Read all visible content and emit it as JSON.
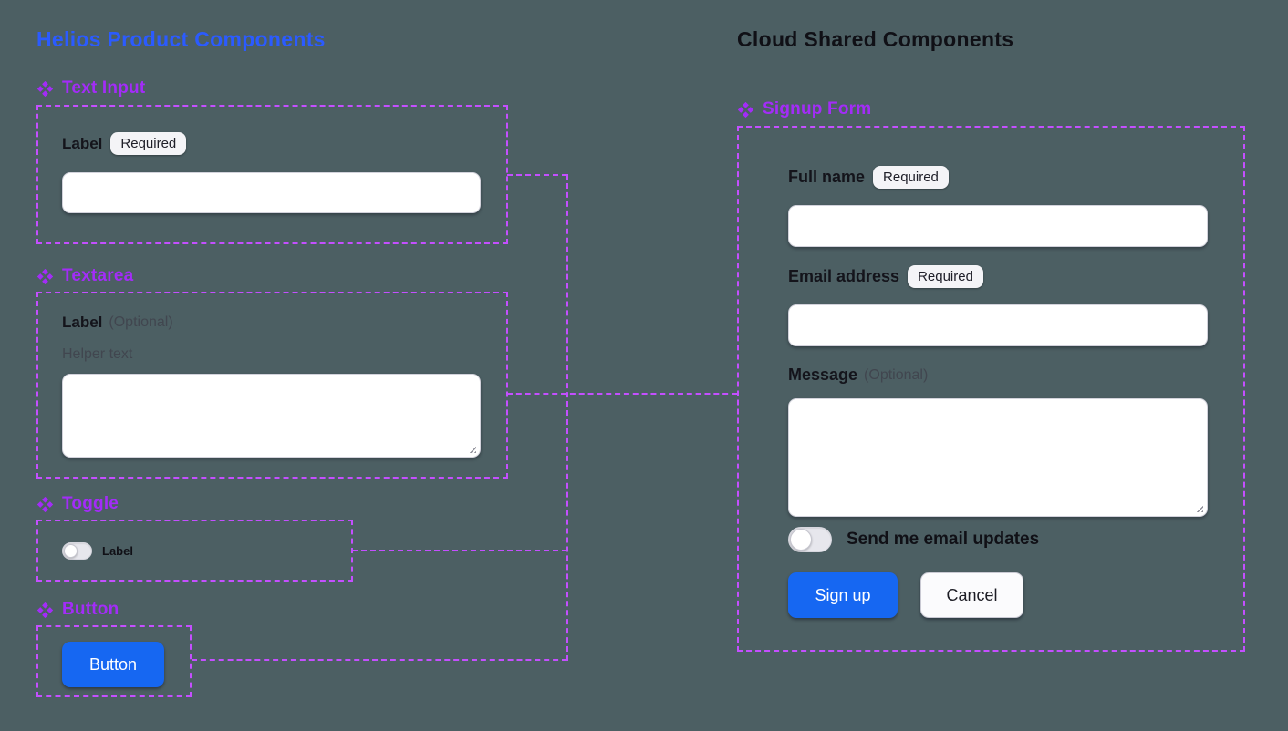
{
  "colors": {
    "canvas_bg": "#4C5F63",
    "helios_title": "#2B5BFF",
    "component_label": "#A32CF8",
    "connector": "#C44FFF",
    "primary_button": "#1667F2"
  },
  "helios": {
    "title": "Helios Product Components",
    "sections": {
      "text_input": {
        "name": "Text Input",
        "label": "Label",
        "badge": "Required"
      },
      "textarea": {
        "name": "Textarea",
        "label": "Label",
        "optional": "(Optional)",
        "helper": "Helper text"
      },
      "toggle": {
        "name": "Toggle",
        "label": "Label"
      },
      "button": {
        "name": "Button",
        "label": "Button"
      }
    }
  },
  "cloud": {
    "title": "Cloud Shared Components",
    "signup_form": {
      "name": "Signup Form",
      "full_name": {
        "label": "Full name",
        "badge": "Required"
      },
      "email": {
        "label": "Email address",
        "badge": "Required"
      },
      "message": {
        "label": "Message",
        "optional": "(Optional)"
      },
      "updates_toggle": {
        "label": "Send me email updates"
      },
      "signup_button": "Sign up",
      "cancel_button": "Cancel"
    }
  }
}
